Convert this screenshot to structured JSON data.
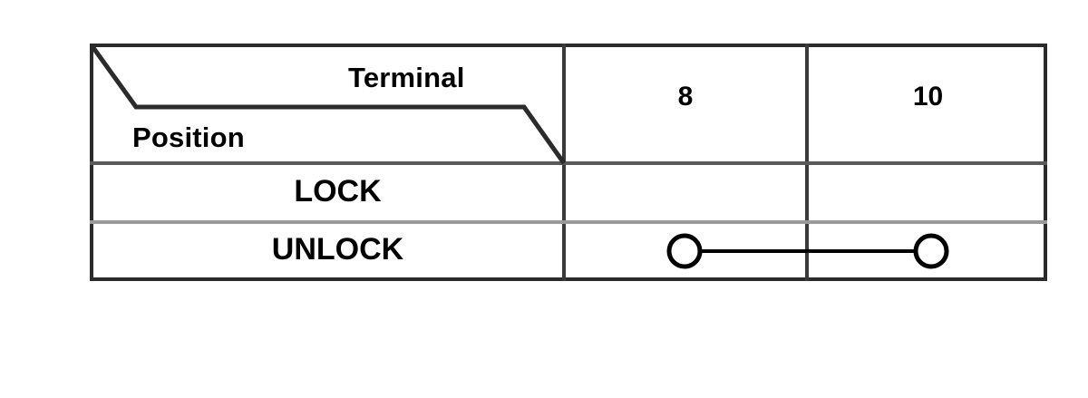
{
  "diagram": {
    "type": "switch-continuity-table",
    "corner_header": {
      "upper_right_label": "Terminal",
      "lower_left_label": "Position",
      "divider": "diagonal"
    },
    "columns": [
      {
        "id": "col-terminal-8",
        "header": "8"
      },
      {
        "id": "col-terminal-10",
        "header": "10"
      }
    ],
    "rows": [
      {
        "id": "row-lock",
        "label": "LOCK",
        "continuity": []
      },
      {
        "id": "row-unlock",
        "label": "UNLOCK",
        "continuity": [
          "8",
          "10"
        ]
      }
    ],
    "continuity_link": {
      "row": "UNLOCK",
      "from_terminal": "8",
      "to_terminal": "10",
      "marker": "open-circle"
    },
    "colors": {
      "outer_border": "#2b2b2b",
      "column_divider": "#3a3a3a",
      "row_divider_strong": "#5a5a5a",
      "row_divider_light": "#9a9a9a",
      "text": "#000000",
      "background": "#ffffff",
      "continuity_line": "#000000"
    }
  }
}
